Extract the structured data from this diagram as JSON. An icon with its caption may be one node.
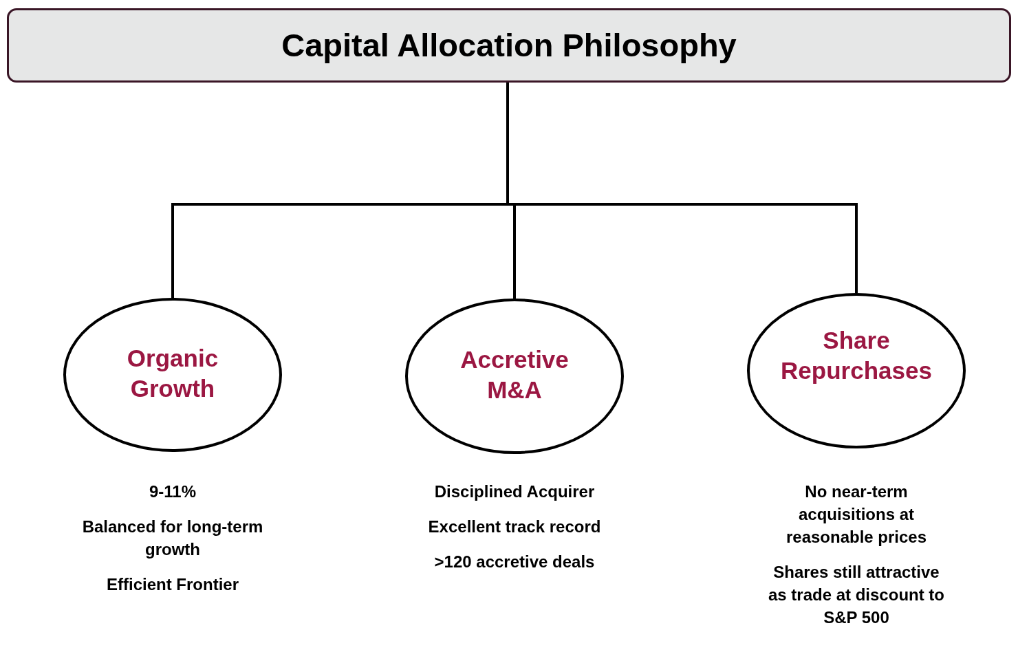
{
  "diagram": {
    "nodes": [
      {
        "text": [
          "Capital Allocation Philosophy"
        ]
      },
      {
        "text": [
          "Organic Growth"
        ],
        "beside": [
          "9-11%",
          "Balanced for long-term growth",
          "Efficient Frontier"
        ]
      },
      {
        "text": [
          "Accretive M&A"
        ],
        "beside": [
          "Disciplined Acquirer",
          "Excellent track record",
          ">120 accretive deals"
        ]
      },
      {
        "text": [
          "Share Repurchases"
        ],
        "beside": [
          "No near-term acquisitions at reasonable prices",
          "Shares still attractive as trade at discount to S&P 500"
        ]
      }
    ],
    "edges": [
      {
        "from": 0,
        "to": 1,
        "arrow": "none"
      },
      {
        "from": 0,
        "to": 2,
        "arrow": "none"
      },
      {
        "from": 0,
        "to": 3,
        "arrow": "none"
      }
    ]
  }
}
